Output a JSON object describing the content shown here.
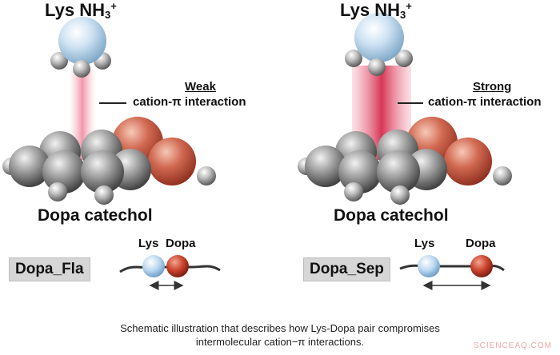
{
  "panels": [
    {
      "ammonium_label": {
        "base": "Lys NH",
        "sub": "3",
        "sup": "+"
      },
      "strength": "Weak",
      "interaction": "cation-π interaction",
      "catechol": "Dopa catechol",
      "construct": "Dopa_Fla",
      "pair": {
        "lys": "Lys",
        "dopa": "Dopa"
      }
    },
    {
      "ammonium_label": {
        "base": "Lys NH",
        "sub": "3",
        "sup": "+"
      },
      "strength": "Strong",
      "interaction": "cation-π interaction",
      "catechol": "Dopa catechol",
      "construct": "Dopa_Sep",
      "pair": {
        "lys": "Lys",
        "dopa": "Dopa"
      }
    }
  ],
  "caption": {
    "line1": "Schematic illustration that describes how Lys-Dopa pair compromises",
    "line2": "intermolecular cation−π interactions."
  },
  "watermark": "SCIENCEAQ.COM",
  "colors": {
    "nitrogen": "#bcd9ef",
    "carbon": "#8f8f8f",
    "oxygen": "#c8533f",
    "interaction_glow": "#d9324f"
  }
}
